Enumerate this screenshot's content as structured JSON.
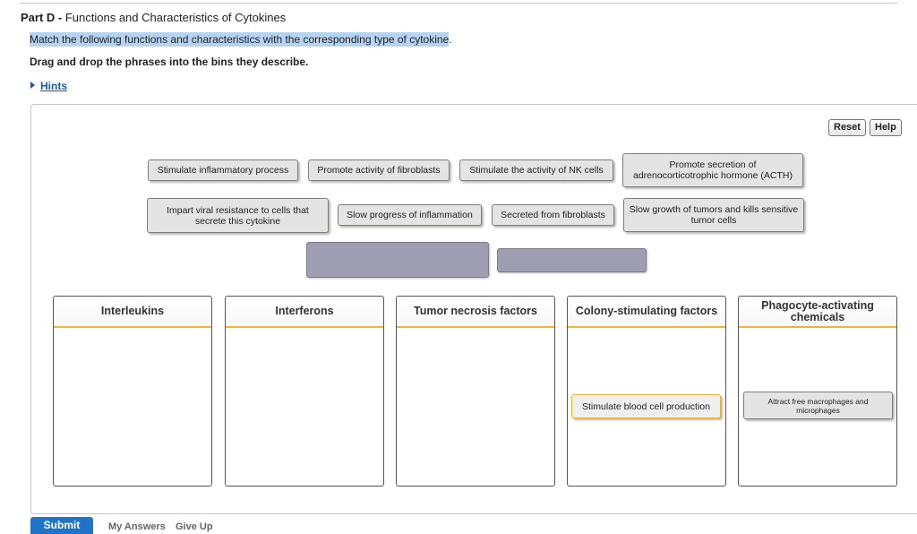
{
  "part": {
    "label": "Part D - ",
    "title": "Functions and Characteristics of Cytokines"
  },
  "instruction": "Match the following functions and characteristics with the corresponding type of cytokine",
  "instruction_end": ".",
  "drag_instruction": "Drag and drop the phrases into the bins they describe.",
  "hints_label": "Hints",
  "buttons": {
    "reset": "Reset",
    "help": "Help"
  },
  "chips": [
    "Stimulate inflammatory process",
    "Promote activity of fibroblasts",
    "Stimulate the activity of NK cells",
    "Promote secretion of adrenocorticotrophic hormone (ACTH)",
    "Impart viral resistance to cells that secrete this cytokine",
    "Slow progress of inflammation",
    "Secreted from fibroblasts",
    "Slow growth of tumors and kills sensitive tumor cells"
  ],
  "bins": [
    {
      "title": "Interleukins",
      "items": []
    },
    {
      "title": "Interferons",
      "items": []
    },
    {
      "title": "Tumor necrosis factors",
      "items": []
    },
    {
      "title": "Colony-stimulating factors",
      "items": [
        "Stimulate blood cell production"
      ]
    },
    {
      "title": "Phagocyte-activating chemicals",
      "items": [
        "Attract free macrophages and microphages"
      ]
    }
  ],
  "footer": {
    "submit": "Submit",
    "my_answers": "My Answers",
    "give_up": "Give Up"
  },
  "colors": {
    "highlight": "#b5d3f3",
    "submit": "#1f73c9",
    "bin_accent": "#f2b632",
    "placeholder": "#9e9db1"
  }
}
